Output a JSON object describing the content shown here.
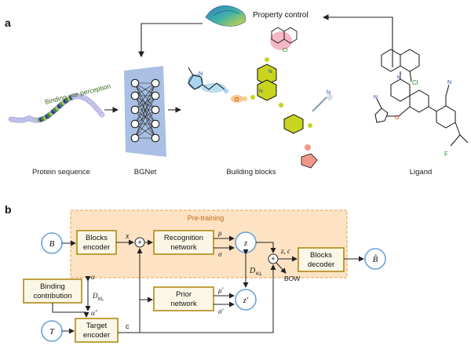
{
  "panel_a": {
    "label": "a",
    "property_control": "Property control",
    "captions": {
      "protein": "Protein sequence",
      "bgnet": "BGNet",
      "blocks": "Building blocks",
      "ligand": "Ligand"
    },
    "binding_site": "Binding site perception",
    "atoms": {
      "cl1": "Cl",
      "n_ring": "N",
      "cl2": "Cl",
      "n2": "N",
      "n3": "N",
      "n4": "N",
      "o": "O",
      "n5": "N",
      "n6": "N",
      "n7": "N",
      "o2": "O",
      "f": "F"
    }
  },
  "panel_b": {
    "label": "b",
    "pretraining": "Pre-training",
    "blocks_encoder": [
      "Blocks",
      "encoder"
    ],
    "recognition_network": [
      "Recognition",
      "network"
    ],
    "prior_network": [
      "Prior",
      "network"
    ],
    "blocks_decoder": [
      "Blocks",
      "decoder"
    ],
    "binding_contribution": [
      "Binding",
      "contribution"
    ],
    "target_encoder": [
      "Target",
      "encoder"
    ],
    "nodes": {
      "B": "B",
      "T": "T",
      "z": "z",
      "zprime": "z′",
      "Bhat": "B̂"
    },
    "labels": {
      "x": "x",
      "mu": "μ",
      "sigma": "σ",
      "mu_p": "μ′",
      "sigma_p": "σ′",
      "alpha": "α",
      "alpha_hat": "α̂",
      "dkl": "D",
      "dkl_sub": "KL",
      "zc": "z, c",
      "c": "c",
      "bow": "BOW",
      "plus": "+"
    }
  },
  "colors": {
    "pretrain_fill": "#fde3c3",
    "pretrain_border": "#e8a356",
    "box_border": "#b08a18",
    "node_border": "#6aa3d6",
    "bgnet_fill": "#a9bfe3",
    "ring_fill": "#c8d41e"
  }
}
